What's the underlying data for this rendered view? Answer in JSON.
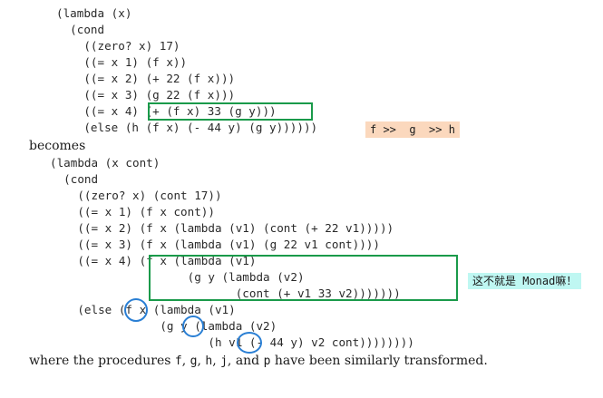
{
  "code_block_1": [
    "(lambda (x)",
    "  (cond",
    "    ((zero? x) 17)",
    "    ((= x 1) (f x))",
    "    ((= x 2) (+ 22 (f x)))",
    "    ((= x 3) (g 22 (f x)))",
    "    ((= x 4) (+ (f x) 33 (g y)))",
    "    (else (h (f x) (- 44 y) (g y))))))"
  ],
  "becomes": "becomes",
  "code_block_2": [
    "(lambda (x cont)",
    "  (cond",
    "    ((zero? x) (cont 17))",
    "    ((= x 1) (f x cont))",
    "    ((= x 2) (f x (lambda (v1) (cont (+ 22 v1)))))",
    "    ((= x 3) (f x (lambda (v1) (g 22 v1 cont))))",
    "    ((= x 4) (f x (lambda (v1)",
    "                    (g y (lambda (v2)",
    "                           (cont (+ v1 33 v2)))))))",
    "    (else (f x (lambda (v1)",
    "                (g y (lambda (v2)",
    "                       (h v1 (- 44 y) v2 cont))))))))"
  ],
  "footer": {
    "prefix": "where the procedures ",
    "f": "f",
    "g": "g",
    "h": "h",
    "j": "j",
    "p": "p",
    "comma": ", ",
    "and": ", and ",
    "suffix": " have been similarly transformed."
  },
  "annotations": {
    "pipeline_note": "f >>  g  >> h",
    "monad_note": "这不就是 Monad嘛！"
  },
  "colors": {
    "box_green": "#1a9a4a",
    "circle_blue": "#2a7fd4",
    "note_orange": "#fbd8bd",
    "note_cyan": "#bff7f2"
  }
}
